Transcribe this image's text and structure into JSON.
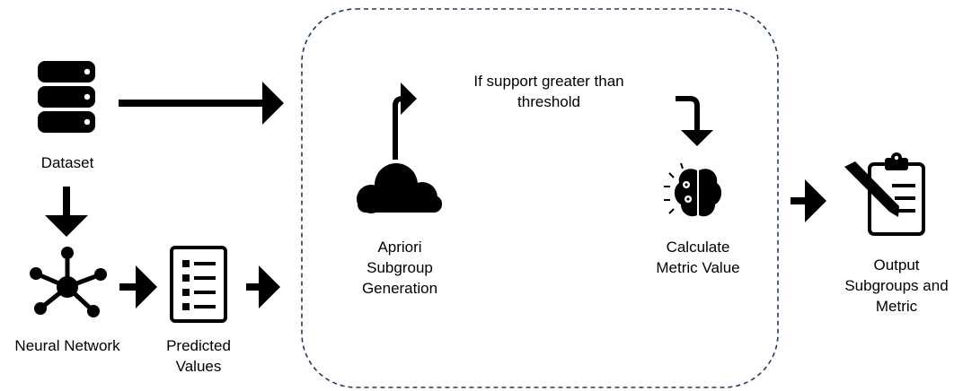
{
  "nodes": {
    "dataset": {
      "label": "Dataset",
      "icon": "database-icon"
    },
    "neural_network": {
      "label": "Neural Network",
      "icon": "neural-network-icon"
    },
    "predicted_values": {
      "label_line1": "Predicted",
      "label_line2": "Values",
      "icon": "list-document-icon"
    },
    "apriori": {
      "label_line1": "Apriori",
      "label_line2": "Subgroup",
      "label_line3": "Generation",
      "icon": "cloud-icon"
    },
    "calculate": {
      "label_line1": "Calculate",
      "label_line2": "Metric Value",
      "icon": "brain-gears-icon"
    },
    "output": {
      "label_line1": "Output",
      "label_line2": "Subgroups and",
      "label_line3": "Metric",
      "icon": "clipboard-pen-icon"
    }
  },
  "condition": {
    "line1": "If support greater than",
    "line2": "threshold"
  },
  "colors": {
    "ink": "#000000",
    "dashed_border": "#1f3a5f",
    "background": "#ffffff"
  }
}
